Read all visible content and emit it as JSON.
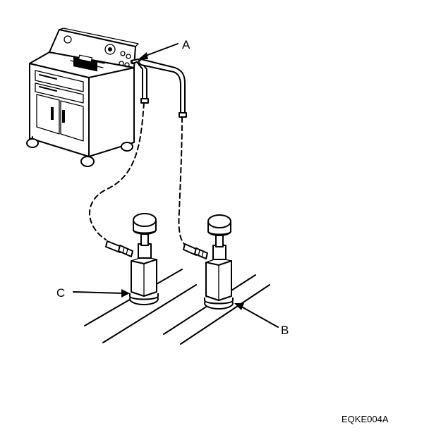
{
  "figure": {
    "callouts": {
      "a": "A",
      "b": "B",
      "c": "C"
    },
    "figure_code": "EQKE004A"
  }
}
